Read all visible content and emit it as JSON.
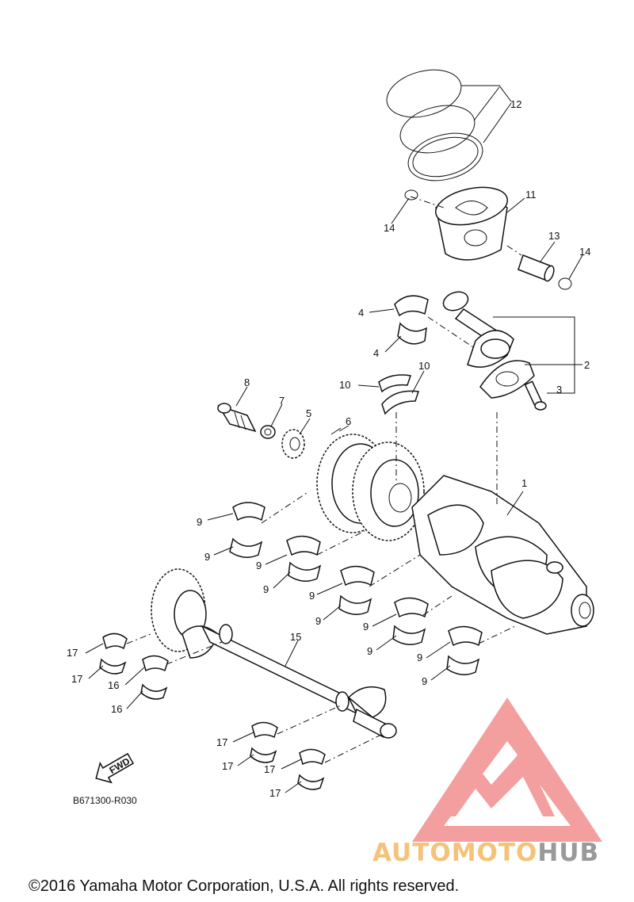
{
  "callouts": {
    "c1": "1",
    "c2": "2",
    "c3": "3",
    "c4a": "4",
    "c4b": "4",
    "c5": "5",
    "c6": "6",
    "c7": "7",
    "c8": "8",
    "c9a": "9",
    "c9b": "9",
    "c9c": "9",
    "c9d": "9",
    "c9e": "9",
    "c9f": "9",
    "c9g": "9",
    "c9h": "9",
    "c9i": "9",
    "c9j": "9",
    "c10a": "10",
    "c10b": "10",
    "c11": "11",
    "c12": "12",
    "c13": "13",
    "c14a": "14",
    "c14b": "14",
    "c15": "15",
    "c16a": "16",
    "c16b": "16",
    "c17a": "17",
    "c17b": "17",
    "c17c": "17",
    "c17d": "17",
    "c17e": "17",
    "c17f": "17"
  },
  "fwd_label": "FWD",
  "diagram_code": "B671300-R030",
  "watermark": {
    "part1": "AUTOMOTO",
    "part2": "HUB",
    "color_triangle": "#f08080",
    "color_part1": "#f5c27a",
    "color_part2": "#9a9a9a"
  },
  "copyright": "©2016 Yamaha Motor Corporation, U.S.A. All rights reserved."
}
